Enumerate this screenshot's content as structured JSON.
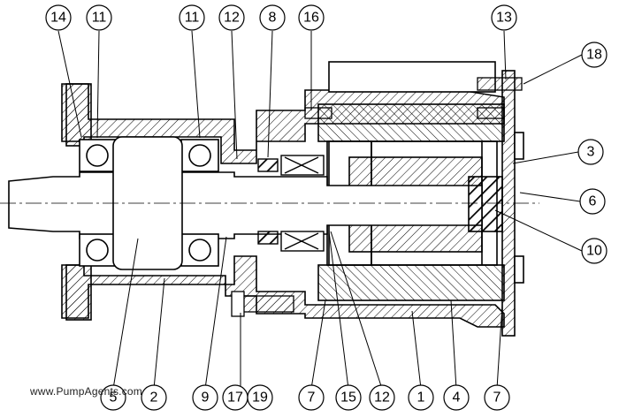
{
  "watermark": "www.PumpAgents.com",
  "callouts": [
    {
      "id": "c14",
      "label": "14"
    },
    {
      "id": "c11a",
      "label": "11"
    },
    {
      "id": "c11b",
      "label": "11"
    },
    {
      "id": "c12a",
      "label": "12"
    },
    {
      "id": "c8",
      "label": "8"
    },
    {
      "id": "c16",
      "label": "16"
    },
    {
      "id": "c13",
      "label": "13"
    },
    {
      "id": "c18",
      "label": "18"
    },
    {
      "id": "c3",
      "label": "3"
    },
    {
      "id": "c6",
      "label": "6"
    },
    {
      "id": "c10",
      "label": "10"
    },
    {
      "id": "c5",
      "label": "5"
    },
    {
      "id": "c2",
      "label": "2"
    },
    {
      "id": "c9",
      "label": "9"
    },
    {
      "id": "c17",
      "label": "17"
    },
    {
      "id": "c19",
      "label": "19"
    },
    {
      "id": "c7a",
      "label": "7"
    },
    {
      "id": "c15",
      "label": "15"
    },
    {
      "id": "c12b",
      "label": "12"
    },
    {
      "id": "c1",
      "label": "1"
    },
    {
      "id": "c4",
      "label": "4"
    },
    {
      "id": "c7b",
      "label": "7"
    }
  ]
}
